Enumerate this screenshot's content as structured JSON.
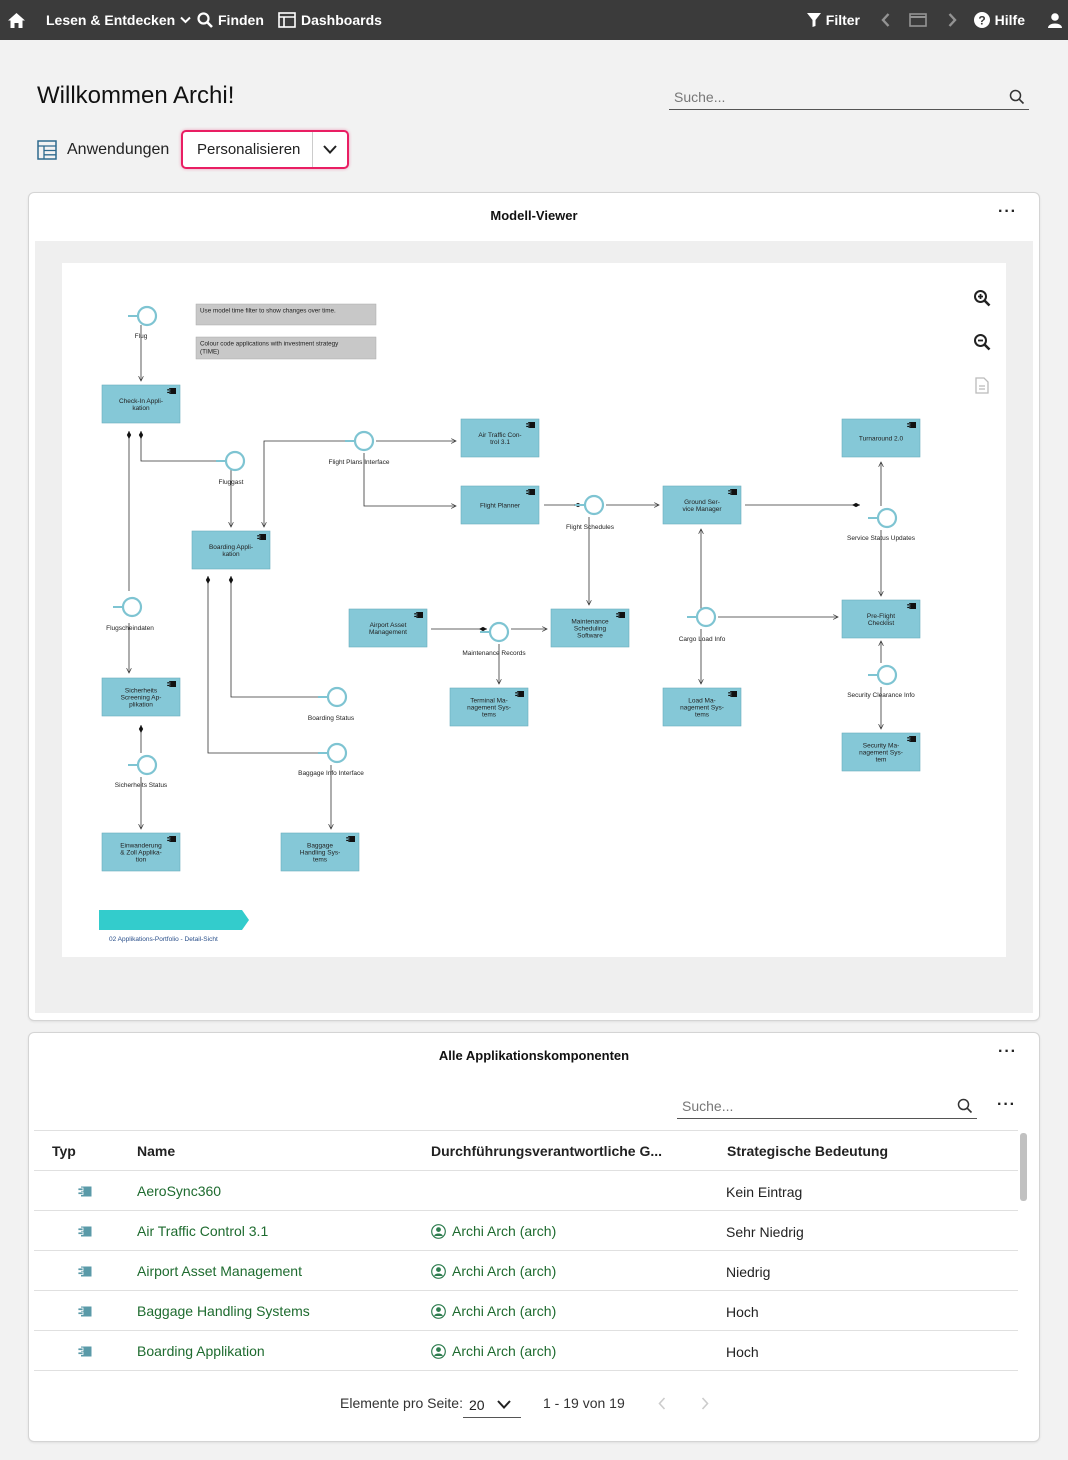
{
  "topbar": {
    "explore_label": "Lesen & Entdecken",
    "find_label": "Finden",
    "dashboards_label": "Dashboards",
    "filter_label": "Filter",
    "help_label": "Hilfe"
  },
  "welcome": "Willkommen Archi!",
  "search": {
    "placeholder": "Suche..."
  },
  "apps": {
    "label": "Anwendungen",
    "personalize": "Personalisieren"
  },
  "viewer": {
    "title": "Modell-Viewer",
    "diagram": {
      "notes": [
        "Use model time filter to show changes over time.",
        "Colour code applications with investment strategy (TIME)"
      ],
      "components": [
        "Check-In Applikation",
        "Boarding Applikation",
        "Air Traffic Control 3.1",
        "Flight Planner",
        "Ground Service Manager",
        "Turnaround 2.0",
        "Airport Asset Management",
        "Maintenance Scheduling Software",
        "Pre-Flight Checklist",
        "Sicherheits Screening Applikation",
        "Terminal Management Systems",
        "Load Management Systems",
        "Security Management System",
        "Einwanderung & Zoll Applikation",
        "Baggage Handling Systems"
      ],
      "interfaces": [
        "Flug",
        "Fluggast",
        "Flight Plans Interface",
        "Flight Schedules",
        "Service Status Updates",
        "Flugscheindaten",
        "Maintenance Records",
        "Cargo Load Info",
        "Security Clearance Info",
        "Boarding Status",
        "Sicherheits Status",
        "Baggage Info Interface"
      ],
      "view_name": "02 Applikations-Portfolio - Detail-Sicht"
    }
  },
  "table": {
    "title": "Alle Applikationskomponenten",
    "search_placeholder": "Suche...",
    "columns": [
      "Typ",
      "Name",
      "Durchführungsverantwortliche G...",
      "Strategische Bedeutung"
    ],
    "rows": [
      {
        "name": "AeroSync360",
        "owner": "",
        "importance": "Kein Eintrag"
      },
      {
        "name": "Air Traffic Control 3.1",
        "owner": "Archi Arch (arch)",
        "importance": "Sehr Niedrig"
      },
      {
        "name": "Airport Asset Management",
        "owner": "Archi Arch (arch)",
        "importance": "Niedrig"
      },
      {
        "name": "Baggage Handling Systems",
        "owner": "Archi Arch (arch)",
        "importance": "Hoch"
      },
      {
        "name": "Boarding Applikation",
        "owner": "Archi Arch (arch)",
        "importance": "Hoch"
      }
    ],
    "pagination": {
      "per_page_label": "Elemente pro Seite:",
      "per_page_value": "20",
      "range": "1 - 19 von 19"
    }
  }
}
